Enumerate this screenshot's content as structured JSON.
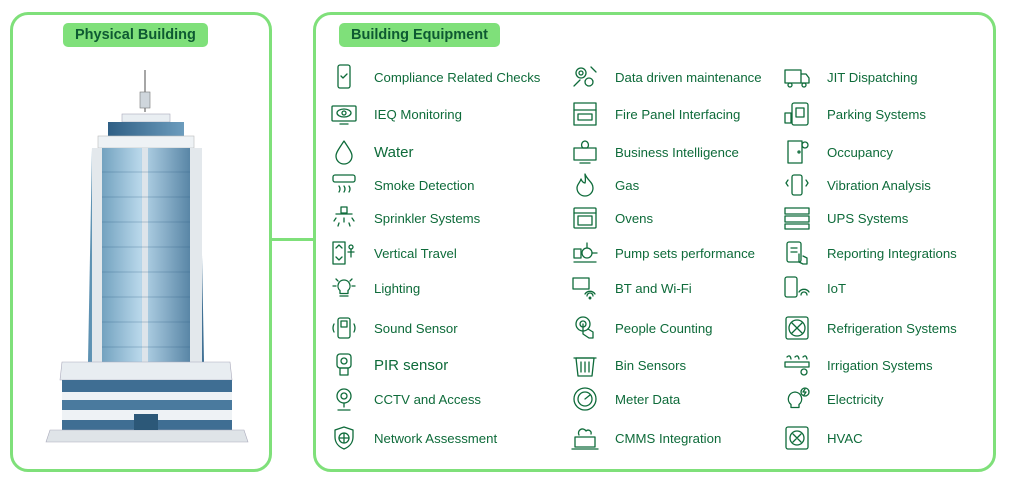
{
  "physical": {
    "title": "Physical Building"
  },
  "equipment": {
    "title": "Building Equipment",
    "col1": [
      {
        "label": "Compliance Related Checks",
        "icon": "phone-check-icon"
      },
      {
        "label": "IEQ Monitoring",
        "icon": "monitor-eye-icon"
      },
      {
        "label": "Water",
        "icon": "water-drop-icon"
      },
      {
        "label": "Smoke Detection",
        "icon": "smoke-detector-icon"
      },
      {
        "label": "Sprinkler Systems",
        "icon": "sprinkler-icon"
      },
      {
        "label": "Vertical Travel",
        "icon": "elevator-icon"
      },
      {
        "label": "Lighting",
        "icon": "light-bulb-icon"
      },
      {
        "label": "Sound Sensor",
        "icon": "sound-sensor-icon"
      },
      {
        "label": "PIR sensor",
        "icon": "pir-sensor-icon"
      },
      {
        "label": "CCTV and Access",
        "icon": "camera-icon"
      },
      {
        "label": "Network Assessment",
        "icon": "network-shield-icon"
      }
    ],
    "col2": [
      {
        "label": "Data driven maintenance",
        "icon": "gears-wrench-icon"
      },
      {
        "label": "Fire Panel Interfacing",
        "icon": "fire-panel-icon"
      },
      {
        "label": "Business Intelligence",
        "icon": "bulb-screen-icon"
      },
      {
        "label": "Gas",
        "icon": "flame-icon"
      },
      {
        "label": "Ovens",
        "icon": "oven-icon"
      },
      {
        "label": "Pump sets performance",
        "icon": "pump-icon"
      },
      {
        "label": "BT and Wi-Fi",
        "icon": "wifi-screen-icon"
      },
      {
        "label": "People Counting",
        "icon": "touch-hand-icon"
      },
      {
        "label": "Bin Sensors",
        "icon": "bin-icon"
      },
      {
        "label": "Meter Data",
        "icon": "meter-gauge-icon"
      },
      {
        "label": "CMMS Integration",
        "icon": "cloud-laptop-icon"
      }
    ],
    "col3": [
      {
        "label": "JIT Dispatching",
        "icon": "truck-icon"
      },
      {
        "label": "Parking Systems",
        "icon": "parking-phone-icon"
      },
      {
        "label": "Occupancy",
        "icon": "door-person-icon"
      },
      {
        "label": "Vibration Analysis",
        "icon": "vibrating-phone-icon"
      },
      {
        "label": "UPS Systems",
        "icon": "ups-rack-icon"
      },
      {
        "label": "Reporting Integrations",
        "icon": "report-touch-icon"
      },
      {
        "label": "IoT",
        "icon": "iot-phone-icon"
      },
      {
        "label": "Refrigeration Systems",
        "icon": "fan-unit-icon"
      },
      {
        "label": "Irrigation Systems",
        "icon": "plants-icon"
      },
      {
        "label": "Electricity",
        "icon": "bulb-bolt-icon"
      },
      {
        "label": "HVAC",
        "icon": "hvac-fan-icon"
      }
    ]
  }
}
